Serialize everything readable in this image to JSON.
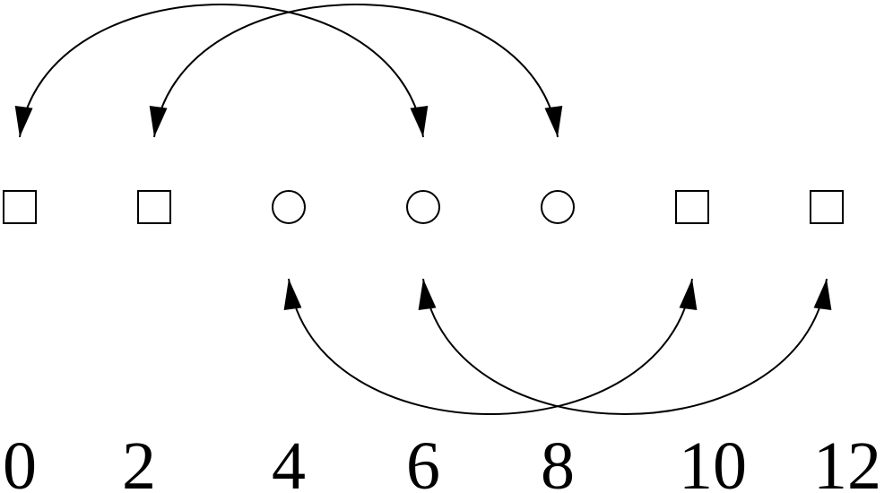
{
  "positions": [
    {
      "label": "0",
      "shape": "square"
    },
    {
      "label": "2",
      "shape": "square"
    },
    {
      "label": "4",
      "shape": "circle"
    },
    {
      "label": "6",
      "shape": "circle"
    },
    {
      "label": "8",
      "shape": "circle"
    },
    {
      "label": "10",
      "shape": "square"
    },
    {
      "label": "12",
      "shape": "square"
    }
  ],
  "arrows": [
    {
      "from": 0,
      "to": 3,
      "side": "above",
      "heads": "both"
    },
    {
      "from": 1,
      "to": 4,
      "side": "above",
      "heads": "both"
    },
    {
      "from": 2,
      "to": 5,
      "side": "below",
      "heads": "both"
    },
    {
      "from": 3,
      "to": 6,
      "side": "below",
      "heads": "both"
    }
  ],
  "colors": {
    "stroke": "#000000",
    "background": "#ffffff"
  }
}
